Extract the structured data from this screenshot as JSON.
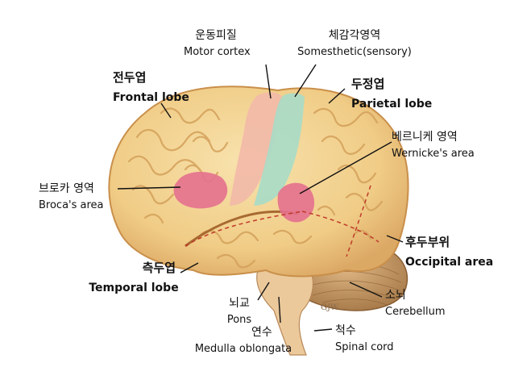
{
  "labels": {
    "motor": {
      "ko": "운동피질",
      "en": "Motor cortex"
    },
    "somesthetic": {
      "ko": "체감각영역",
      "en": "Somesthetic(sensory)"
    },
    "frontal": {
      "ko": "전두엽",
      "en": "Frontal lobe"
    },
    "parietal": {
      "ko": "두정엽",
      "en": "Parietal lobe"
    },
    "wernicke": {
      "ko": "베르니케 영역",
      "en": "Wernicke's area"
    },
    "broca": {
      "ko": "브로카 영역",
      "en": "Broca's area"
    },
    "occipital": {
      "ko": "후두부위",
      "en": "Occipital area"
    },
    "temporal": {
      "ko": "측두엽",
      "en": "Temporal lobe"
    },
    "cerebellum": {
      "ko": "소뇌",
      "en": "Cerebellum"
    },
    "pons": {
      "ko": "뇌교",
      "en": "Pons"
    },
    "medulla": {
      "ko": "연수",
      "en": "Medulla oblongata"
    },
    "spinal": {
      "ko": "척수",
      "en": "Spinal cord"
    }
  },
  "signature": "GJW",
  "colors": {
    "brain": "#f3d392",
    "brain_outline": "#c98f4a",
    "gyri": "#d6a45e",
    "motor_cortex": "#f2b9a8",
    "sensory_cortex": "#a9dcc8",
    "speech_areas": "#e4708e",
    "lobe_boundary": "#c0392b",
    "cerebellum": "#c79a63",
    "brainstem": "#e9c79a"
  }
}
